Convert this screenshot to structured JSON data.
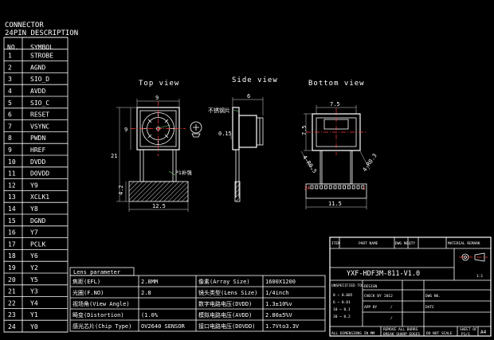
{
  "connector": {
    "title_line1": "CONNECTOR",
    "title_line2": "24PIN DESCRIPTION",
    "headers": {
      "no": "NO.",
      "symbol": "SYMBOL"
    },
    "pins": [
      {
        "no": "1",
        "symbol": "STROBE"
      },
      {
        "no": "2",
        "symbol": "AGND"
      },
      {
        "no": "3",
        "symbol": "SIO_D"
      },
      {
        "no": "4",
        "symbol": "AVDD"
      },
      {
        "no": "5",
        "symbol": "SIO_C"
      },
      {
        "no": "6",
        "symbol": "RESET"
      },
      {
        "no": "7",
        "symbol": "VSYNC"
      },
      {
        "no": "8",
        "symbol": "PWDN"
      },
      {
        "no": "9",
        "symbol": "HREF"
      },
      {
        "no": "10",
        "symbol": "DVDD"
      },
      {
        "no": "11",
        "symbol": "DOVDD"
      },
      {
        "no": "12",
        "symbol": "Y9"
      },
      {
        "no": "13",
        "symbol": "XCLK1"
      },
      {
        "no": "14",
        "symbol": "Y8"
      },
      {
        "no": "15",
        "symbol": "DGND"
      },
      {
        "no": "16",
        "symbol": "Y7"
      },
      {
        "no": "17",
        "symbol": "PCLK"
      },
      {
        "no": "18",
        "symbol": "Y6"
      },
      {
        "no": "19",
        "symbol": "Y2"
      },
      {
        "no": "20",
        "symbol": "Y5"
      },
      {
        "no": "21",
        "symbol": "Y3"
      },
      {
        "no": "22",
        "symbol": "Y4"
      },
      {
        "no": "23",
        "symbol": "Y1"
      },
      {
        "no": "24",
        "symbol": "Y0"
      }
    ]
  },
  "views": {
    "top": {
      "title": "Top view",
      "dim_width": "9",
      "dim_height": "9",
      "dim_total": "21",
      "dim_bottom": "12.5",
      "dim_left_small": "4.2",
      "pin1_label": "P1补强"
    },
    "side": {
      "title": "Side view",
      "dim_top": "6",
      "dim_small": "0.15",
      "label": "不锈钢片"
    },
    "bottom": {
      "title": "Bottom view",
      "dim_top": "7.5",
      "dim_left": "7.5",
      "dim_bottom": "11.5",
      "dim_diag_left": "4-R0.5",
      "dim_diag_right": "4-R0.3",
      "pin24_label": "24",
      "pin1_label": "1"
    }
  },
  "lens": {
    "title": "Lens parameter",
    "rows": [
      {
        "k1": "焦距(EFL)",
        "v1": "2.8MM",
        "k2": "像素(Array Size)",
        "v2": "1600X1200"
      },
      {
        "k1": "光圈(F.NO)",
        "v1": "2.8",
        "k2": "镜头类型(Lens Size)",
        "v2": "1/4inch"
      },
      {
        "k1": "视场角(View Angle)",
        "v1": "",
        "k2": "数字电路电压(DVDD)",
        "v2": "1.3±10%v"
      },
      {
        "k1": "畸变(Distortion)",
        "v1": "(1.0%",
        "k2": "模拟电路电压(AVDD)",
        "v2": "2.80±5%V"
      },
      {
        "k1": "感光芯片(Chip Type)",
        "v1": "OV2640 SENSOR",
        "k2": "接口电路电压(DOVDD)",
        "v2": "1.7Vto3.3V"
      }
    ]
  },
  "titleblock": {
    "hdr_item": "ITEM",
    "hdr_part": "PART NAME",
    "hdr_dwg": "DWG NO.",
    "hdr_qty": "QTY",
    "hdr_material": "MATERIAL REMARK",
    "part_number": "YXF-HDF3M-811-V1.0",
    "scale": "1:1",
    "unspecified": "UNSPECIFIED TOL",
    "designer": "DESIGN",
    "checker": "CHECK BY",
    "approver": "APP BY",
    "dwg_no_label": "DWG NO.",
    "date_label": "DATE",
    "tol_rows": [
      "0 ~ 0.005",
      "6 ~ 0.01",
      "10 ~ 0.1",
      "30 ~ 0.2"
    ],
    "date_value": "2012",
    "slash1": "/",
    "slash2": "/",
    "dims_note": "ALL DIMENSIONS IN MM",
    "remark1": "REMOVE ALL BURRS",
    "remark2": "BREAK SHARP EDGES",
    "no_scale": "DO NOT SCALE",
    "sheet_label": "SHEET OF",
    "sheet_value": "P1/1",
    "size": "A4"
  }
}
